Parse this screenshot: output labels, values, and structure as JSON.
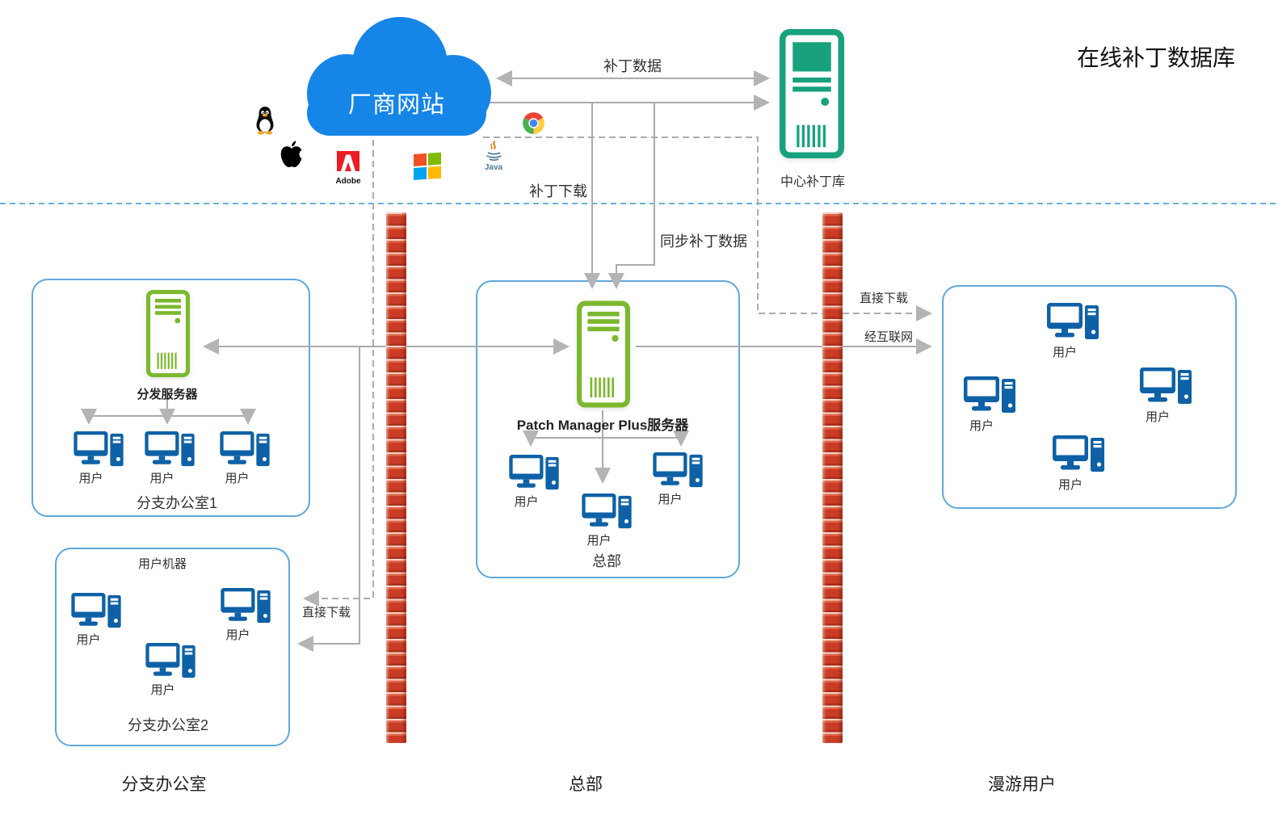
{
  "title": "在线补丁数据库",
  "cloud": {
    "label": "厂商网站"
  },
  "vendors": {
    "adobe_label": "Adobe",
    "java_label": "Java"
  },
  "central_repo": {
    "label": "中心补丁库"
  },
  "flows": {
    "patch_data": "补丁数据",
    "patch_download": "补丁下载",
    "sync_patch_data": "同步补丁数据",
    "direct_download_roaming": "直接下载",
    "via_internet": "经互联网",
    "direct_download_branch": "直接下载"
  },
  "branch1": {
    "server": "分发服务器",
    "users": [
      "用户",
      "用户",
      "用户"
    ],
    "caption": "分支办公室1"
  },
  "branch2": {
    "header": "用户机器",
    "users": [
      "用户",
      "用户",
      "用户"
    ],
    "caption": "分支办公室2"
  },
  "hq": {
    "server": "Patch Manager Plus服务器",
    "users": [
      "用户",
      "用户",
      "用户"
    ],
    "caption": "总部"
  },
  "roaming": {
    "users": [
      "用户",
      "用户",
      "用户",
      "用户"
    ]
  },
  "footers": {
    "branch": "分支办公室",
    "hq": "总部",
    "roaming": "漫游用户"
  },
  "colors": {
    "cloud_blue": "#1585e8",
    "server_teal": "#17a27d",
    "server_green": "#7cb82e",
    "pc_blue": "#0e61a6",
    "zone_border": "#5fa8dc",
    "wire_gray": "#ababab",
    "firewall_red": "#c93c25",
    "separator_blue": "#2e9ad2"
  }
}
